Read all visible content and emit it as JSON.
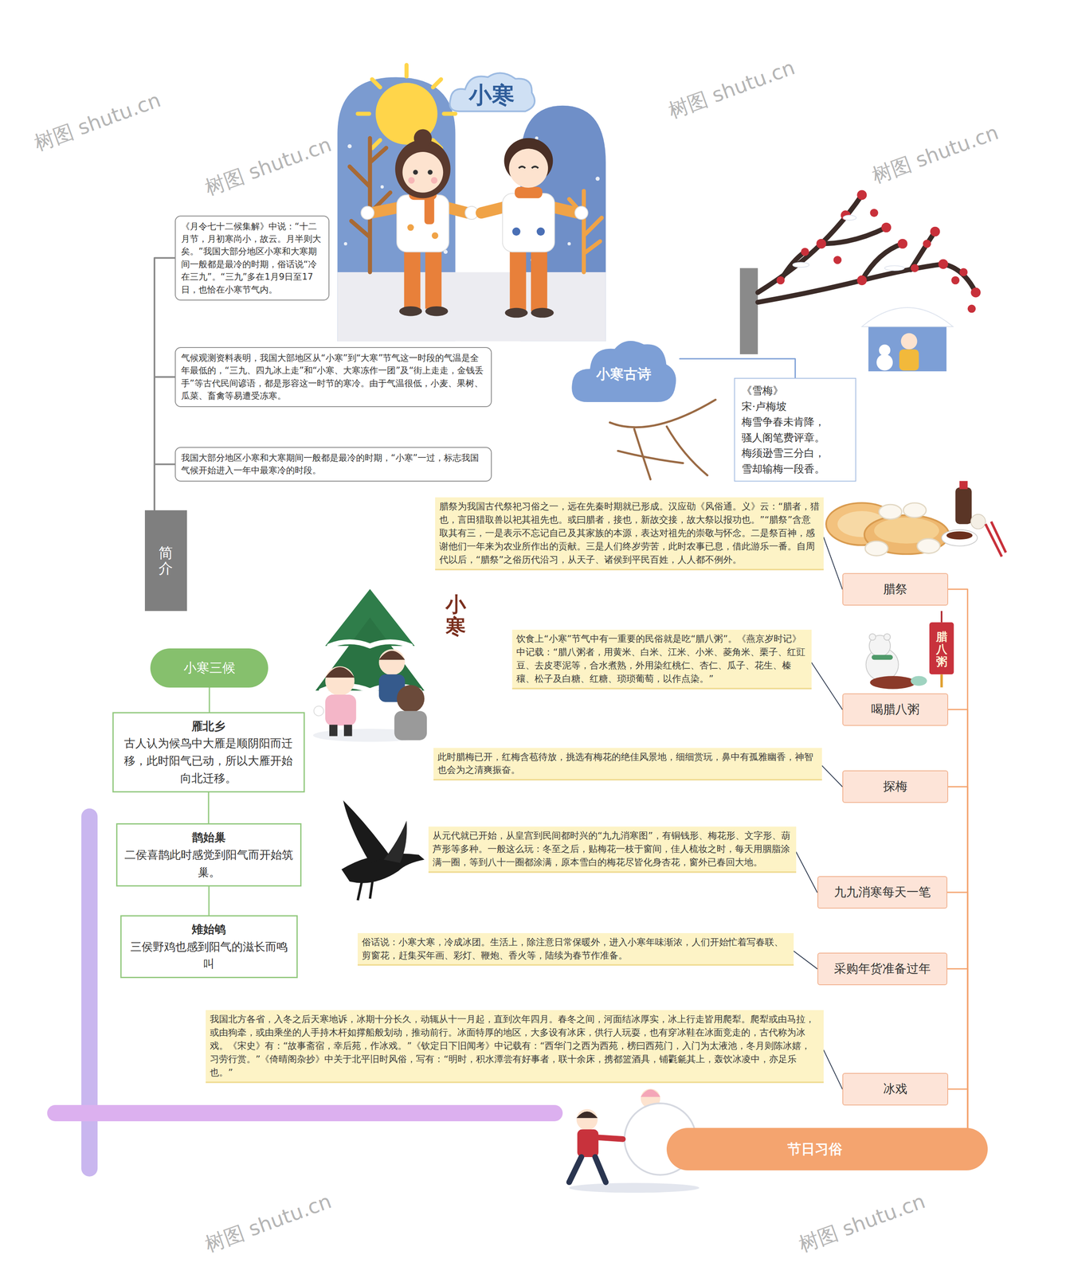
{
  "diagram": {
    "nodes": [
      {
        "text": [
          "简介"
        ]
      },
      {
        "text": [
          "《月令七十二候集解》中说：“十二月节，月初寒尚小，故云。月半则大矣。”我国大部分地区小寒和大寒期间一般都是最冷的时期，俗话说“冷在三九”。“三九”多在1月9日至17日，也恰在小寒节气内。"
        ]
      },
      {
        "text": [
          "气候观测资料表明，我国大部地区从“小寒”到“大寒”节气这一时段的气温是全年最低的，“三九、四九冰上走”和“小寒、大寒冻作一团”及“街上走走，金钱丢手”等古代民间谚语，都是形容这一时节的寒冷。由于气温很低，小麦、果树、瓜菜、畜禽等易遭受冻寒。"
        ]
      },
      {
        "text": [
          "我国大部分地区小寒和大寒期间一般都是最冷的时期，“小寒”一过，标志我国气候开始进入一年中最寒冷的时段。"
        ]
      },
      {
        "text": [
          "小寒古诗"
        ]
      },
      {
        "text": [
          "《雪梅》",
          "宋·卢梅坡",
          "梅雪争春未肯降，骚人阁笔费评章。梅须逊雪三分白，雪却输梅一段香。"
        ]
      },
      {
        "text": [
          "小寒三候"
        ]
      },
      {
        "text": [
          "雁北乡",
          "古人认为候鸟中大雁是顺阴阳而迁移，此时阳气已动，所以大雁开始向北迁移。"
        ]
      },
      {
        "text": [
          "鹊始巢",
          "二侯喜鹊此时感觉到阳气而开始筑巢。"
        ]
      },
      {
        "text": [
          "雉始鸲",
          "三侯野鸡也感到阳气的滋长而鸣叫"
        ]
      },
      {
        "text": [
          "节日习俗"
        ]
      },
      {
        "text": [
          "腊祭"
        ]
      },
      {
        "text": [
          "腊祭为我国古代祭祀习俗之一，远在先秦时期就已形成。汉应劭《风俗通。义》云：“腊者，猎也，言田猎取兽以祀其祖先也。或曰腊者，接也，新故交接，故大祭以报功也。”“腊祭”含意取其有三，一是表示不忘记自己及其家族的本源，表达对祖先的崇敬与怀念。二是祭百神，感谢他们一年来为农业所作出的贡献。三是人们终岁劳苦，此时农事已息，借此游乐一番。自周代以后，“腊祭”之俗历代沿习，从天子、诸侯到平民百姓，人人都不例外。"
        ]
      },
      {
        "text": [
          "喝腊八粥"
        ]
      },
      {
        "text": [
          "饮食上“小寒”节气中有一重要的民俗就是吃“腊八粥”。《燕京岁时记》中记载：“腊八粥者，用黄米、白米、江米、小米、菱角米、栗子、红豇豆、去皮枣泥等，合水煮熟，外用染红桃仁、杏仁、瓜子、花生、榛穰、松子及白糖、红糖、琐琐葡萄，以作点染。”"
        ]
      },
      {
        "text": [
          "探梅"
        ]
      },
      {
        "text": [
          "此时腊梅已开，红梅含苞待放，挑选有梅花的绝佳风景地，细细赏玩，鼻中有孤雅幽香，神智也会为之清爽振奋。"
        ]
      },
      {
        "text": [
          "九九消寒每天一笔"
        ]
      },
      {
        "text": [
          "从元代就已开始，从皇宫到民间都时兴的“九九消寒图”，有铜钱形、梅花形、文字形、葫芦形等多种。一般这么玩：冬至之后，贴梅花一枝于窗间，佳人梳妆之时，每天用胭脂涂满一圈，等到八十一圈都涂满，原本雪白的梅花尽皆化身杏花，窗外已春回大地。"
        ]
      },
      {
        "text": [
          "采购年货准备过年"
        ]
      },
      {
        "text": [
          "俗话说：小寒大寒，冷成冰团。生活上，除注意日常保暖外，进入小寒年味渐浓，人们开始忙着写春联、剪窗花，赶集买年画、彩灯、鞭炮、香火等，陆续为春节作准备。"
        ]
      },
      {
        "text": [
          "冰戏"
        ]
      },
      {
        "text": [
          "我国北方各省，入冬之后天寒地诉，冰期十分长久，动辄从十一月起，直到次年四月。春冬之间，河面结冰厚实，冰上行走皆用爬犁。爬犁或由马拉，或由狗牵，或由乘坐的人手持木杆如撑船般划动，推动前行。冰面特厚的地区，大多设有冰床，供行人玩耍，也有穿冰鞋在冰面竞走的，古代称为冰戏。《宋史》有：“故事斋宿，幸后苑，作冰戏。”《钦定日下旧闻考》中记载有：“西华门之西为西苑，榜曰西苑门，入门为太液池，冬月则陈冰嬉，习劳行赏。”《倚晴阁杂抄》中关于北平旧时风俗，写有：“明时，积水潭尝有好事者，联十余床，携都篮酒具，铺氍毹其上，轰饮冰凌中，亦足乐也。”"
        ]
      }
    ],
    "edges": [
      {
        "from": 0,
        "to": 1,
        "arrow": "none"
      },
      {
        "from": 0,
        "to": 2,
        "arrow": "none"
      },
      {
        "from": 0,
        "to": 3,
        "arrow": "none"
      },
      {
        "from": 4,
        "to": 5,
        "arrow": "none"
      },
      {
        "from": 6,
        "to": 7,
        "arrow": "none"
      },
      {
        "from": 7,
        "to": 8,
        "arrow": "none"
      },
      {
        "from": 8,
        "to": 9,
        "arrow": "none"
      },
      {
        "from": 10,
        "to": 11,
        "arrow": "none"
      },
      {
        "from": 10,
        "to": 13,
        "arrow": "none"
      },
      {
        "from": 10,
        "to": 15,
        "arrow": "none"
      },
      {
        "from": 10,
        "to": 17,
        "arrow": "none"
      },
      {
        "from": 10,
        "to": 19,
        "arrow": "none"
      },
      {
        "from": 10,
        "to": 21,
        "arrow": "none"
      },
      {
        "from": 11,
        "to": 12,
        "arrow": "none"
      },
      {
        "from": 13,
        "to": 14,
        "arrow": "none"
      },
      {
        "from": 15,
        "to": 16,
        "arrow": "none"
      },
      {
        "from": 17,
        "to": 18,
        "arrow": "none"
      },
      {
        "from": 19,
        "to": 20,
        "arrow": "none"
      },
      {
        "from": 21,
        "to": 22,
        "arrow": "none"
      }
    ],
    "labels": [
      "小寒",
      "小寒",
      "腊八粥",
      "树图 shutu.cn",
      "树图 shutu.cn",
      "树图 shutu.cn",
      "树图 shutu.cn",
      "树图 shutu.cn",
      "树图 shutu.cn"
    ]
  }
}
